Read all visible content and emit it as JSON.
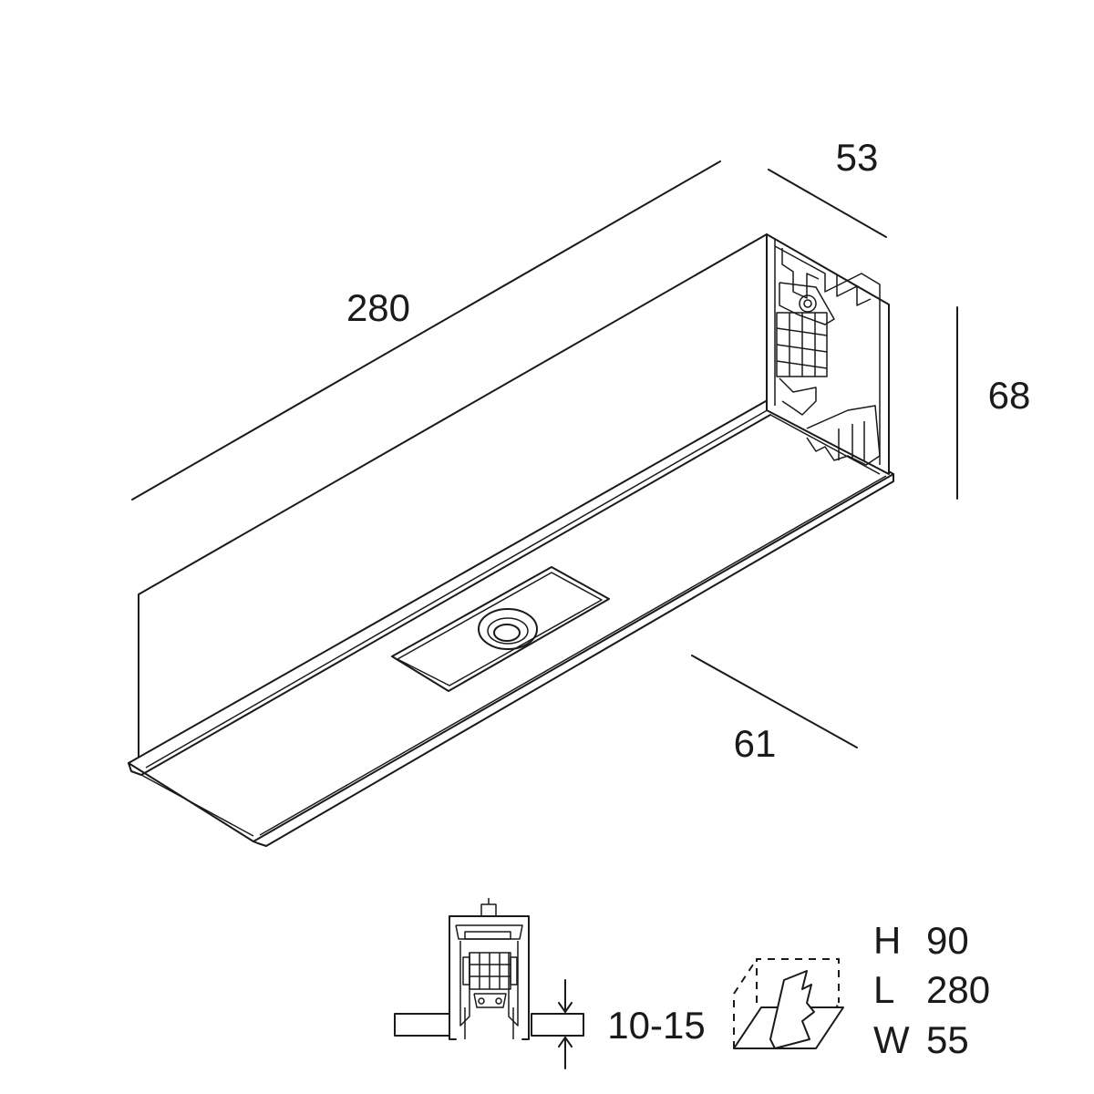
{
  "dimensions": {
    "length": "280",
    "depth": "53",
    "height": "68",
    "width": "61"
  },
  "installation": {
    "ceiling_thickness": "10-15"
  },
  "cutout": {
    "h_label": "H",
    "h_value": "90",
    "l_label": "L",
    "l_value": "280",
    "w_label": "W",
    "w_value": "55"
  },
  "colors": {
    "line": "#1a1a1a",
    "background": "#ffffff"
  }
}
